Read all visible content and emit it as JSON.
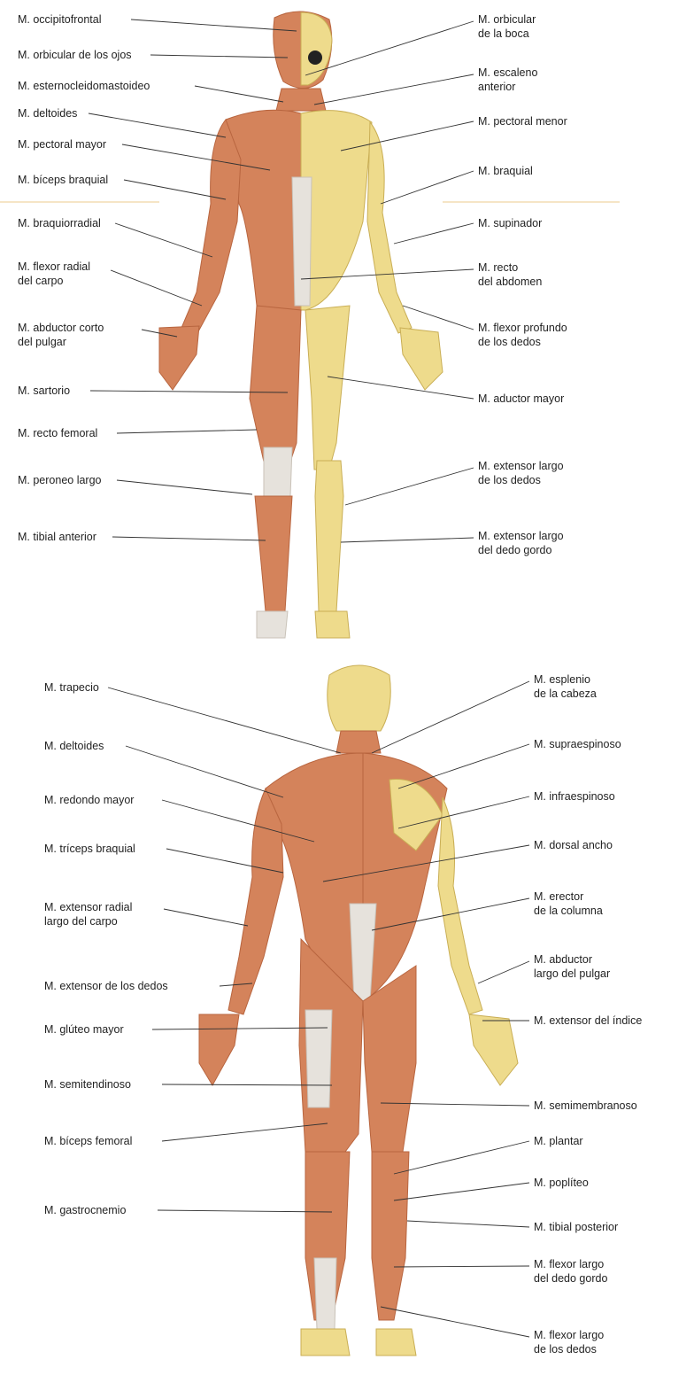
{
  "front": {
    "left": [
      [
        "M. occipitofrontal"
      ],
      [
        "M. orbicular de los ojos"
      ],
      [
        "M. esternocleidomastoideo"
      ],
      [
        "M. deltoides"
      ],
      [
        "M. pectoral mayor"
      ],
      [
        "M. bíceps braquial"
      ],
      [
        "M. braquiorradial"
      ],
      [
        "M. flexor radial",
        "del carpo"
      ],
      [
        "M. abductor corto",
        "del pulgar"
      ],
      [
        "M. sartorio"
      ],
      [
        "M. recto femoral"
      ],
      [
        "M. peroneo largo"
      ],
      [
        "M. tibial anterior"
      ]
    ],
    "right": [
      [
        "M. orbicular",
        "de la boca"
      ],
      [
        "M. escaleno",
        "anterior"
      ],
      [
        "M. pectoral menor"
      ],
      [
        "M. braquial"
      ],
      [
        "M. supinador"
      ],
      [
        "M. recto",
        "del abdomen"
      ],
      [
        "M. flexor profundo",
        "de los dedos"
      ],
      [
        "M. aductor mayor"
      ],
      [
        "M. extensor largo",
        "de los dedos"
      ],
      [
        "M. extensor largo",
        "del dedo gordo"
      ]
    ]
  },
  "back": {
    "left": [
      [
        "M. trapecio"
      ],
      [
        "M. deltoides"
      ],
      [
        "M. redondo mayor"
      ],
      [
        "M. tríceps braquial"
      ],
      [
        "M. extensor radial",
        "largo del carpo"
      ],
      [
        "M. extensor de los dedos"
      ],
      [
        "M. glúteo mayor"
      ],
      [
        "M. semitendinoso"
      ],
      [
        "M. bíceps femoral"
      ],
      [
        "M. gastrocnemio"
      ]
    ],
    "right": [
      [
        "M. esplenio",
        "de la cabeza"
      ],
      [
        "M. supraespinoso"
      ],
      [
        "M. infraespinoso"
      ],
      [
        "M. dorsal ancho"
      ],
      [
        "M. erector",
        "de la columna"
      ],
      [
        "M. abductor",
        "largo del pulgar"
      ],
      [
        "M. extensor del índice"
      ],
      [
        "M. semimembranoso"
      ],
      [
        "M. plantar"
      ],
      [
        "M. poplíteo"
      ],
      [
        "M. tibial posterior"
      ],
      [
        "M. flexor largo",
        "del dedo gordo"
      ],
      [
        "M. flexor largo",
        "de los dedos"
      ]
    ]
  },
  "colors": {
    "muscle": "#d4835b",
    "bone": "#eedb8c",
    "tendon": "#e6e2dc"
  }
}
